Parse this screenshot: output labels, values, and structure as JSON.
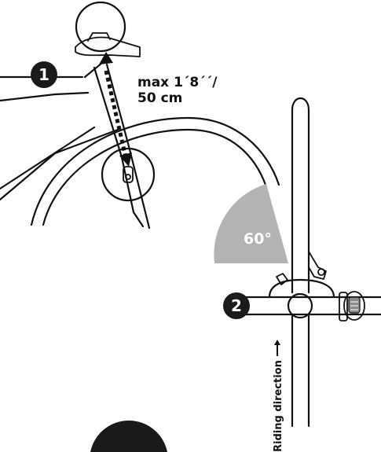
{
  "diagram": {
    "step1": {
      "number": "1",
      "distance_line1": "max 1´8´´/",
      "distance_line2": "50 cm"
    },
    "step2": {
      "number": "2",
      "angle_label": "60°",
      "direction_label": "Riding direction"
    },
    "colors": {
      "angle_sector": "#b3b3b3",
      "badge": "#1a1a1a",
      "line": "#111111",
      "watch_display": "#8c8c8c"
    },
    "icons": [
      "bicycle-frame-icon",
      "handlebar-mount-icon",
      "wheel-sensor-icon",
      "wrist-unit-icon",
      "direction-arrow-icon"
    ]
  }
}
